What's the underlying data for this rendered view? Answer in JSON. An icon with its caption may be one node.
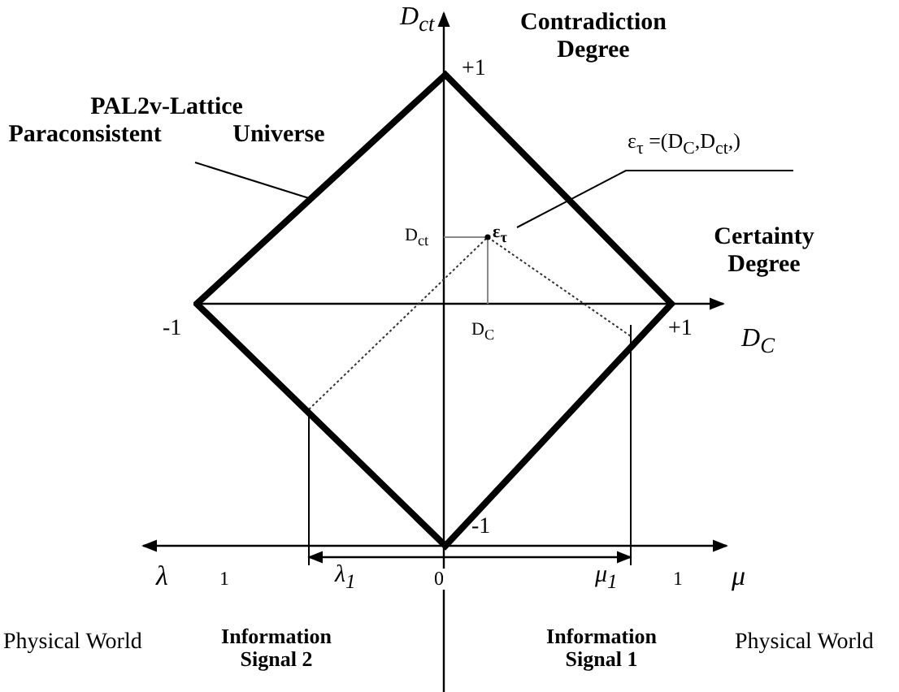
{
  "diagram": {
    "nodes": [
      {
        "text": [
          "PAL2v-Lattice Paraconsistent Universe"
        ]
      },
      {
        "text": [],
        "shape": "diamond"
      },
      {
        "text": [
          "ε$_{τ}$ =(D$_{C}$,D$_{ct}$,)"
        ]
      },
      {
        "text": [
          "ε$_{τ}$"
        ],
        "in": 1
      }
    ],
    "edges": [
      {
        "from": 0,
        "to": 1,
        "arrow": "none"
      },
      {
        "from": 2,
        "to": 3,
        "arrow": "none"
      }
    ],
    "labels": [
      "D$_{ct}$",
      "Contradiction Degree",
      "+1",
      "D$_{ct}$",
      "Certainty Degree",
      "-1",
      "D$_{C}$",
      "+1",
      "D$_{C}$",
      "-1",
      "λ",
      "1",
      "λ$_{1}$",
      "0",
      "μ$_{1}$",
      "1",
      "μ",
      "Physical World",
      "Information Signal 2",
      "Information Signal 1",
      "Physical World"
    ]
  }
}
